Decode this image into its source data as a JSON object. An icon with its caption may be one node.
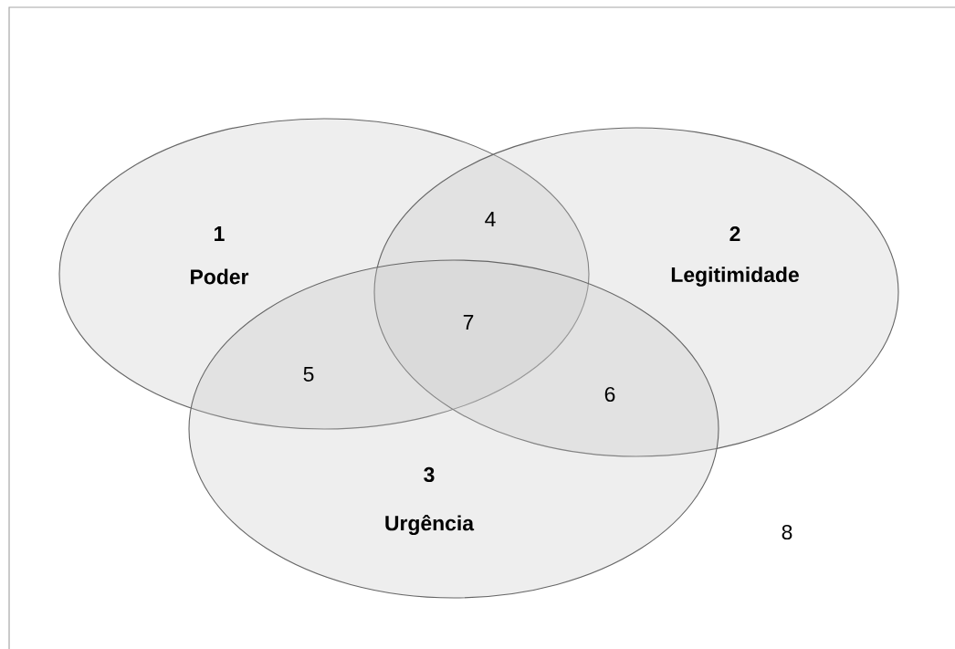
{
  "diagram": {
    "nodes": [
      {
        "text": [
          "1",
          "Poder"
        ]
      },
      {
        "text": [
          "2",
          "Legitimidade"
        ]
      },
      {
        "text": [
          "3",
          "Urgência"
        ]
      }
    ],
    "labels": [
      "4",
      "7",
      "5",
      "6",
      "8"
    ]
  }
}
